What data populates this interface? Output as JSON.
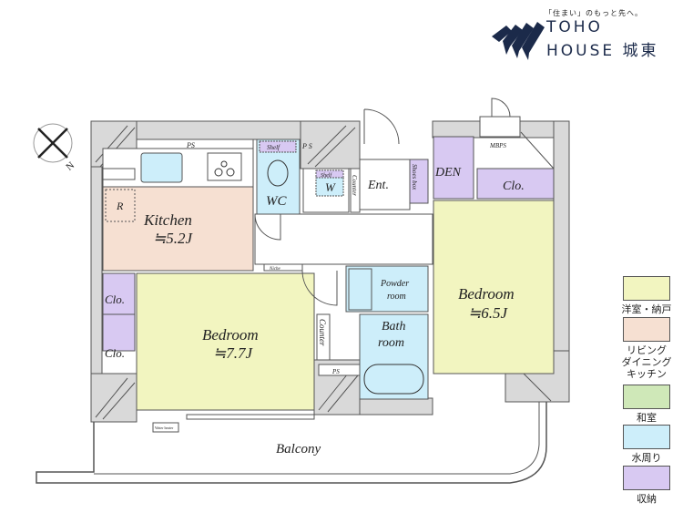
{
  "logo": {
    "tagline": "「住まい」のもっと先へ。",
    "line1": "TOHO",
    "line2": "HOUSE 城東"
  },
  "compass": {
    "north_label": "N"
  },
  "rooms": {
    "kitchen": {
      "name": "Kitchen",
      "size": "≒5.2J"
    },
    "bedroom1": {
      "name": "Bedroom",
      "size": "≒7.7J"
    },
    "bedroom2": {
      "name": "Bedroom",
      "size": "≒6.5J"
    },
    "wc": "WC",
    "w": "W",
    "ent": "Ent.",
    "den": "DEN",
    "clo": "Clo.",
    "clo_left1": "Clo.",
    "clo_left2": "Clo.",
    "powder_1": "Powder",
    "powder_2": "room",
    "bath_1": "Bath",
    "bath_2": "room",
    "balcony": "Balcony",
    "ps_top": "PS",
    "ps_wc": "P S",
    "ps_bath": "PS",
    "shelf_wc": "Shelf",
    "shelf_w": "Shelf",
    "counter_top": "Counter",
    "counter_mid": "Counter",
    "shoes_box": "Shoes box",
    "mbps": "MBPS",
    "niche": "Niche",
    "water_heater": "Water heater",
    "r": "R"
  },
  "legend": [
    {
      "label": "洋室・納戸",
      "color": "#f2f5c0"
    },
    {
      "label": "リビング ダイニング キッチン",
      "color": "#f6e0d2"
    },
    {
      "label": "和室",
      "color": "#cfe8b8"
    },
    {
      "label": "水周り",
      "color": "#cdeefa"
    },
    {
      "label": "収納",
      "color": "#d8c9f2"
    }
  ]
}
